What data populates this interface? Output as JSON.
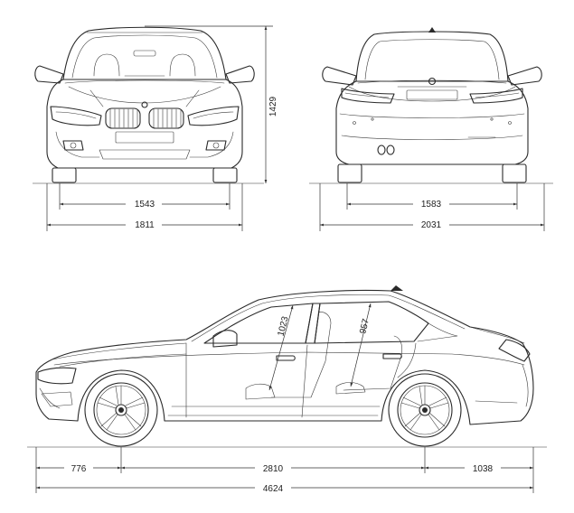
{
  "dimensions": {
    "height": "1429",
    "front_track": "1543",
    "front_width": "1811",
    "rear_track": "1583",
    "width_with_mirrors": "2031",
    "front_overhang": "776",
    "wheelbase": "2810",
    "rear_overhang": "1038",
    "length": "4624",
    "front_headroom": "1023",
    "rear_headroom": "957"
  }
}
